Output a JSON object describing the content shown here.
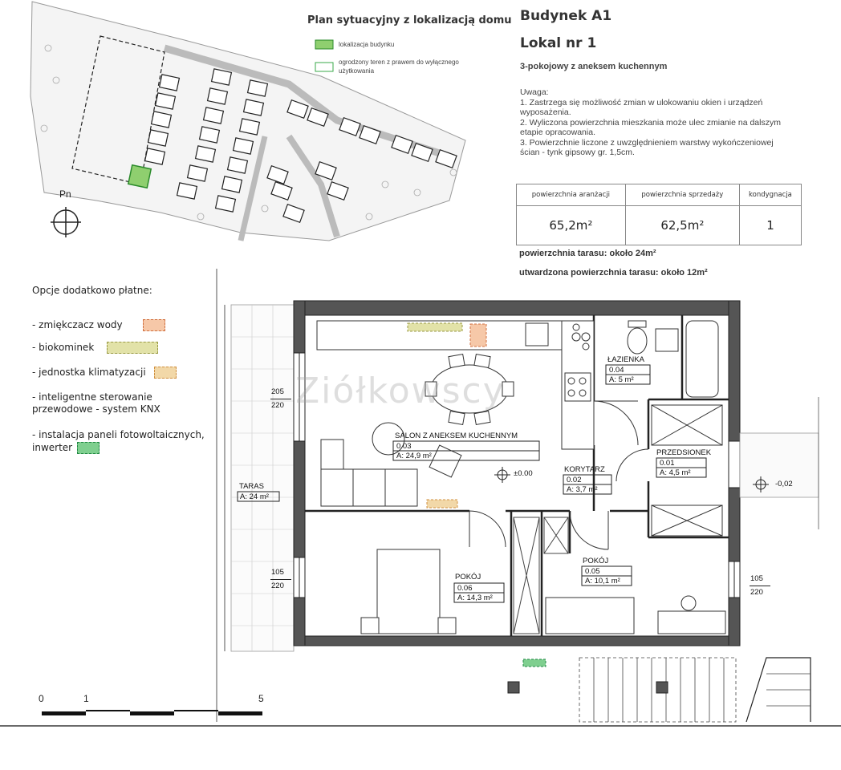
{
  "site_plan": {
    "title": "Plan sytuacyjny z lokalizacją domu",
    "legend": [
      {
        "label": "lokalizacja budynku",
        "style": "filled",
        "color": "#8fcf6f"
      },
      {
        "label": "ogrodzony teren z prawem do wyłącznego użytkowania",
        "style": "outline",
        "color": "#3aa84a"
      }
    ],
    "north_label": "Pn"
  },
  "header": {
    "building": "Budynek A1",
    "unit": "Lokal nr 1",
    "type": "3-pokojowy z aneksem kuchennym"
  },
  "notes": {
    "heading": "Uwaga:",
    "lines": [
      "1. Zastrzega się możliwość zmian w ulokowaniu okien i urządzeń",
      "wyposażenia.",
      "2. Wyliczona powierzchnia mieszkania może ulec zmianie na dalszym",
      "etapie opracowania.",
      "3. Powierzchnie liczone z uwzględnieniem warstwy wykończeniowej",
      "ścian - tynk gipsowy gr. 1,5cm."
    ]
  },
  "area_table": {
    "headers": [
      "powierzchnia aranżacji",
      "powierzchnia sprzedaży",
      "kondygnacja"
    ],
    "values": [
      "65,2m²",
      "62,5m²",
      "1"
    ]
  },
  "terrace": {
    "line1": "powierzchnia tarasu: około 24m²",
    "line2": "utwardzona powierzchnia tarasu: około 12m²"
  },
  "options": {
    "title": "Opcje dodatkowo płatne:",
    "items": [
      {
        "label": "- zmiękczacz wody",
        "color": "#f0a070"
      },
      {
        "label": "- biokominek",
        "color": "#b8b860"
      },
      {
        "label": "- jednostka klimatyzacji",
        "color": "#e8b060"
      },
      {
        "label": "- inteligentne sterowanie",
        "label2": "przewodowe - system KNX",
        "color": ""
      },
      {
        "label": "- instalacja paneli fotowoltaicznych,",
        "label2": "inwerter",
        "color": "#44aa66"
      }
    ]
  },
  "watermark": "Ziółkowscy",
  "rooms": [
    {
      "name": "SALON Z ANEKSEM KUCHENNYM",
      "number": "0.03",
      "area": "A: 24,9 m²"
    },
    {
      "name": "ŁAZIENKA",
      "number": "0.04",
      "area": "A: 5 m²"
    },
    {
      "name": "KORYTARZ",
      "number": "0.02",
      "area": "A: 3,7 m²"
    },
    {
      "name": "PRZEDSIONEK",
      "number": "0.01",
      "area": "A: 4,5 m²"
    },
    {
      "name": "POKÓJ",
      "number": "0.06",
      "area": "A: 14,3 m²"
    },
    {
      "name": "POKÓJ",
      "number": "0.05",
      "area": "A: 10,1 m²"
    },
    {
      "name": "TARAS",
      "number": "",
      "area": "A: 24 m²"
    }
  ],
  "levels": {
    "inside": "±0.00",
    "outside": "-0,02"
  },
  "windows": [
    {
      "w": "205",
      "h": "220"
    },
    {
      "w": "105",
      "h": "220"
    },
    {
      "w": "105",
      "h": "220"
    }
  ],
  "scale": {
    "labels": [
      "0",
      "1",
      "5"
    ]
  }
}
